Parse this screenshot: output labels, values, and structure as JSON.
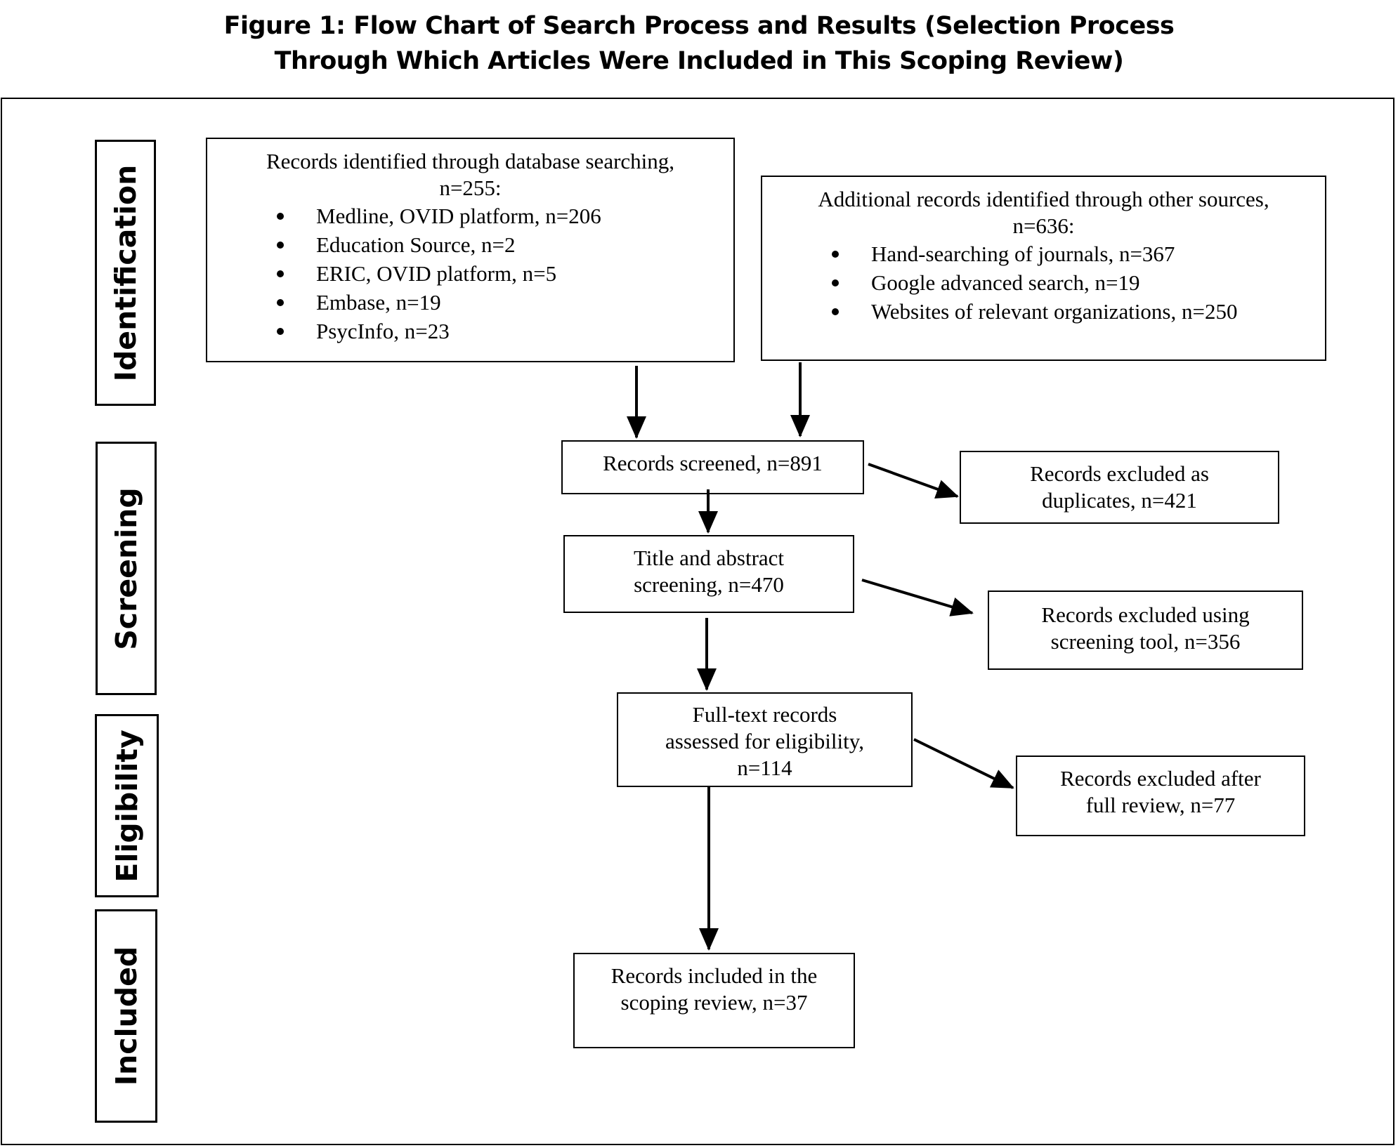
{
  "figure": {
    "title_line1": "Figure 1: Flow Chart of Search Process and Results (Selection Process",
    "title_line2": "Through Which Articles Were Included in This Scoping Review)"
  },
  "stages": [
    "Identification",
    "Screening",
    "Eligibility",
    "Included"
  ],
  "database_box": {
    "line1": "Records identified through database searching,",
    "line2": "n=255:",
    "items": [
      "Medline, OVID platform, n=206",
      "Education Source, n=2",
      "ERIC, OVID platform, n=5",
      "Embase, n=19",
      "PsycInfo, n=23"
    ]
  },
  "other_sources_box": {
    "line1": "Additional records identified through other sources,",
    "line2": "n=636:",
    "items": [
      "Hand-searching of journals, n=367",
      "Google advanced search, n=19",
      "Websites of relevant organizations, n=250"
    ]
  },
  "screened": {
    "line1": "Records screened, n=891"
  },
  "excluded_duplicates": {
    "line1": "Records excluded as",
    "line2": "duplicates, n=421"
  },
  "title_abstract": {
    "line1": "Title and abstract",
    "line2": "screening, n=470"
  },
  "excluded_tool": {
    "line1": "Records excluded using",
    "line2": "screening tool, n=356"
  },
  "full_text": {
    "line1": "Full-text records",
    "line2": "assessed for eligibility,",
    "line3": "n=114"
  },
  "excluded_full": {
    "line1": "Records excluded after",
    "line2": "full review, n=77"
  },
  "included": {
    "line1": "Records included in the",
    "line2": "scoping review, n=37"
  }
}
